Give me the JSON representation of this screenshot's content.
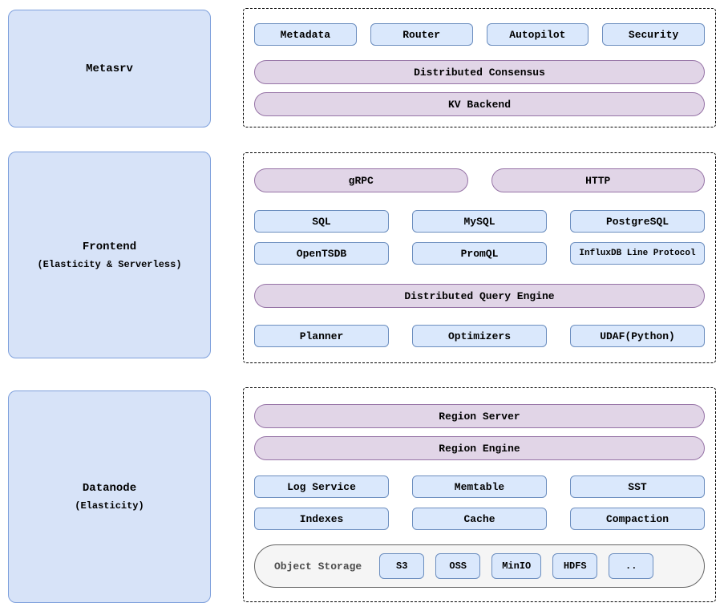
{
  "panels": {
    "metasrv": {
      "title": "Metasrv",
      "subtitle": ""
    },
    "frontend": {
      "title": "Frontend",
      "subtitle": "(Elasticity &amp; Serverless)"
    },
    "datanode": {
      "title": "Datanode",
      "subtitle": "(Elasticity)"
    }
  },
  "metasrv": {
    "modules": [
      "Metadata",
      "Router",
      "Autopilot",
      "Security"
    ],
    "pills": [
      "Distributed Consensus",
      "KV Backend"
    ]
  },
  "frontend": {
    "entry_pills": [
      "gRPC",
      "HTTP"
    ],
    "protocols": [
      "SQL",
      "MySQL",
      "PostgreSQL",
      "OpenTSDB",
      "PromQL",
      "InfluxDB Line Protocol"
    ],
    "engine": "Distributed Query Engine",
    "components": [
      "Planner",
      "Optimizers",
      "UDAF(Python)"
    ]
  },
  "datanode": {
    "pills": [
      "Region Server",
      "Region Engine"
    ],
    "components": [
      "Log Service",
      "Memtable",
      "SST",
      "Indexes",
      "Cache",
      "Compaction"
    ],
    "object_storage": {
      "label": "Object Storage",
      "backends": [
        "S3",
        "OSS",
        "MinIO",
        "HDFS",
        ".."
      ]
    }
  },
  "colors": {
    "panel_blue_fill": "#d7e3f8",
    "panel_blue_border": "#7ea0dc",
    "box_blue_fill": "#dae8fc",
    "box_blue_border": "#6c8ebf",
    "pill_purple_fill": "#e1d5e7",
    "pill_purple_border": "#9673a6",
    "storage_gray_fill": "#f5f5f5",
    "storage_gray_border": "#666666",
    "container_border": "#000000",
    "storage_text": "#4d4d4d"
  }
}
